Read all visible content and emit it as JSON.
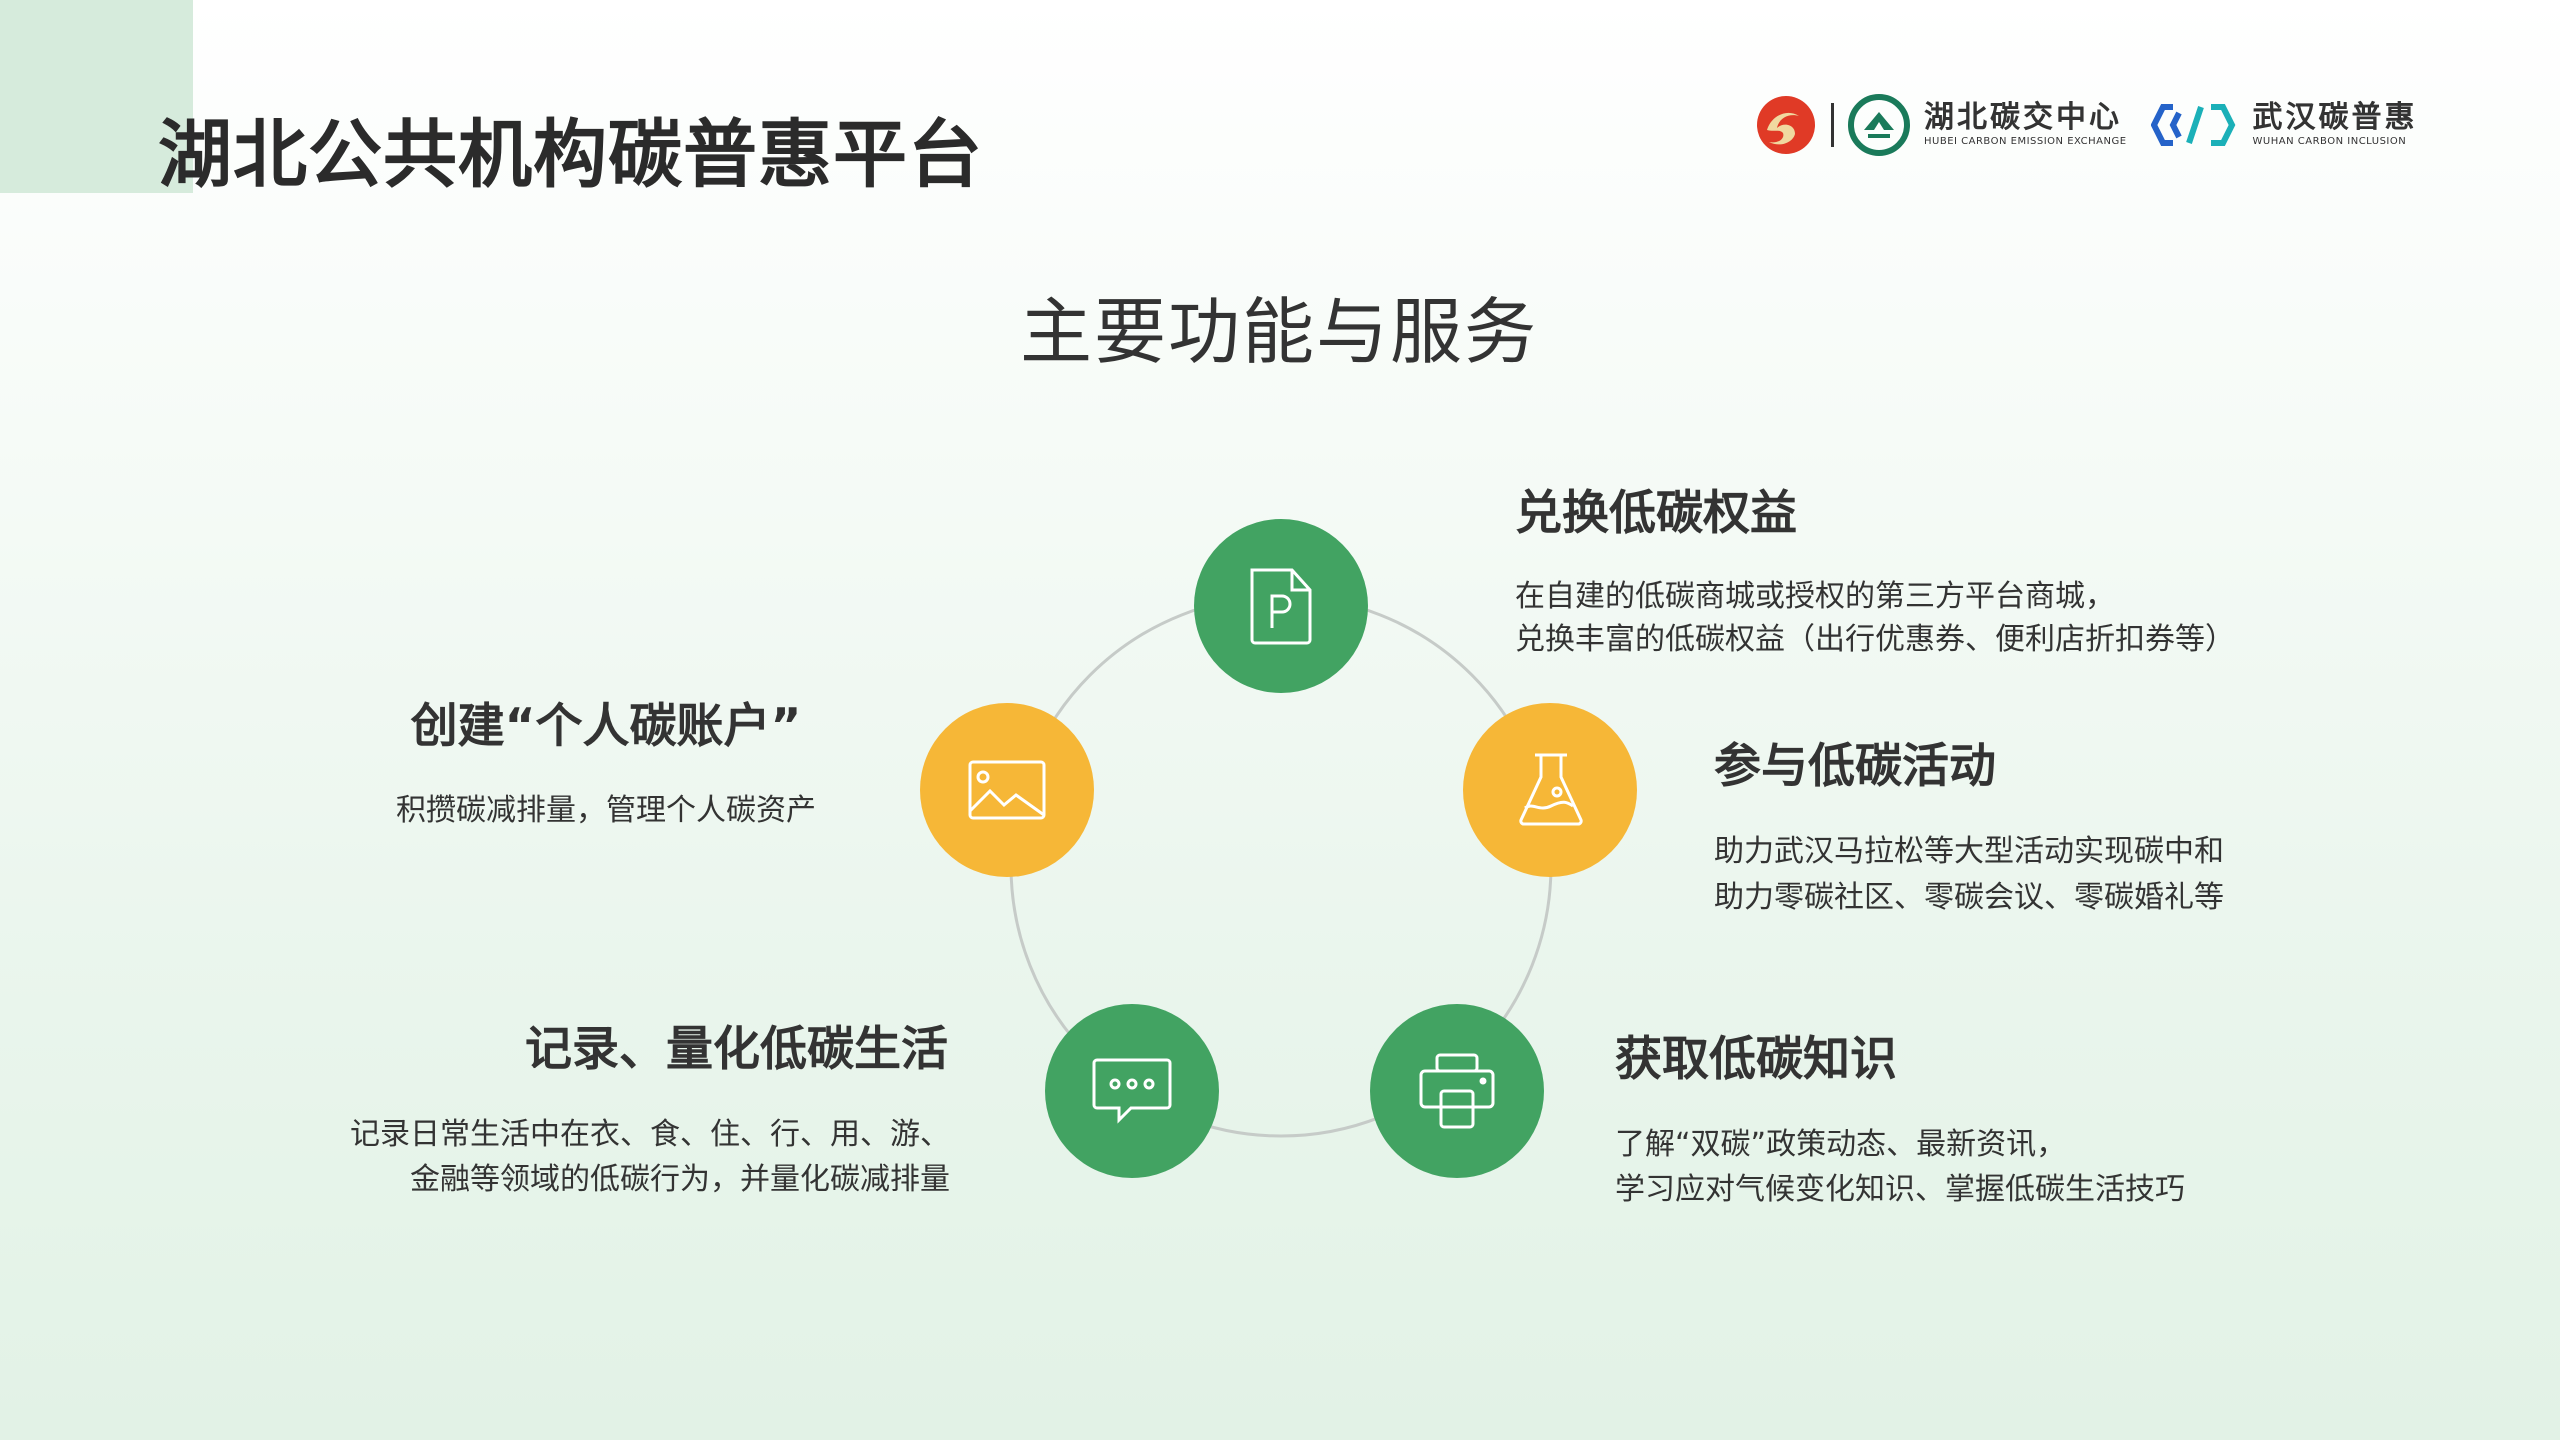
{
  "header": {
    "title": "湖北公共机构碳普惠平台"
  },
  "logos": {
    "exchange": {
      "cn": "湖北碳交中心",
      "en": "HUBEI CARBON EMISSION EXCHANGE"
    },
    "inclusion": {
      "cn": "武汉碳普惠",
      "en": "WUHAN CARBON INCLUSION"
    }
  },
  "section_title": "主要功能与服务",
  "colors": {
    "green": "#42a362",
    "yellow": "#f6b737",
    "corner": "#d6ebdc"
  },
  "features": [
    {
      "icon": "document-p-icon",
      "title": "兑换低碳权益",
      "lines": [
        "在自建的低碳商城或授权的第三方平台商城，",
        "兑换丰富的低碳权益（出行优惠券、便利店折扣券等）"
      ]
    },
    {
      "icon": "flask-icon",
      "title": "参与低碳活动",
      "lines": [
        "助力武汉马拉松等大型活动实现碳中和",
        "助力零碳社区、零碳会议、零碳婚礼等"
      ]
    },
    {
      "icon": "printer-icon",
      "title": "获取低碳知识",
      "lines": [
        "了解“双碳”政策动态、最新资讯，",
        "学习应对气候变化知识、掌握低碳生活技巧"
      ]
    },
    {
      "icon": "chat-icon",
      "title": "记录、量化低碳生活",
      "lines": [
        "记录日常生活中在衣、食、住、行、用、游、",
        "金融等领域的低碳行为，并量化碳减排量"
      ]
    },
    {
      "icon": "image-icon",
      "title": "创建“个人碳账户”",
      "lines": [
        "积攒碳减排量，管理个人碳资产"
      ]
    }
  ]
}
